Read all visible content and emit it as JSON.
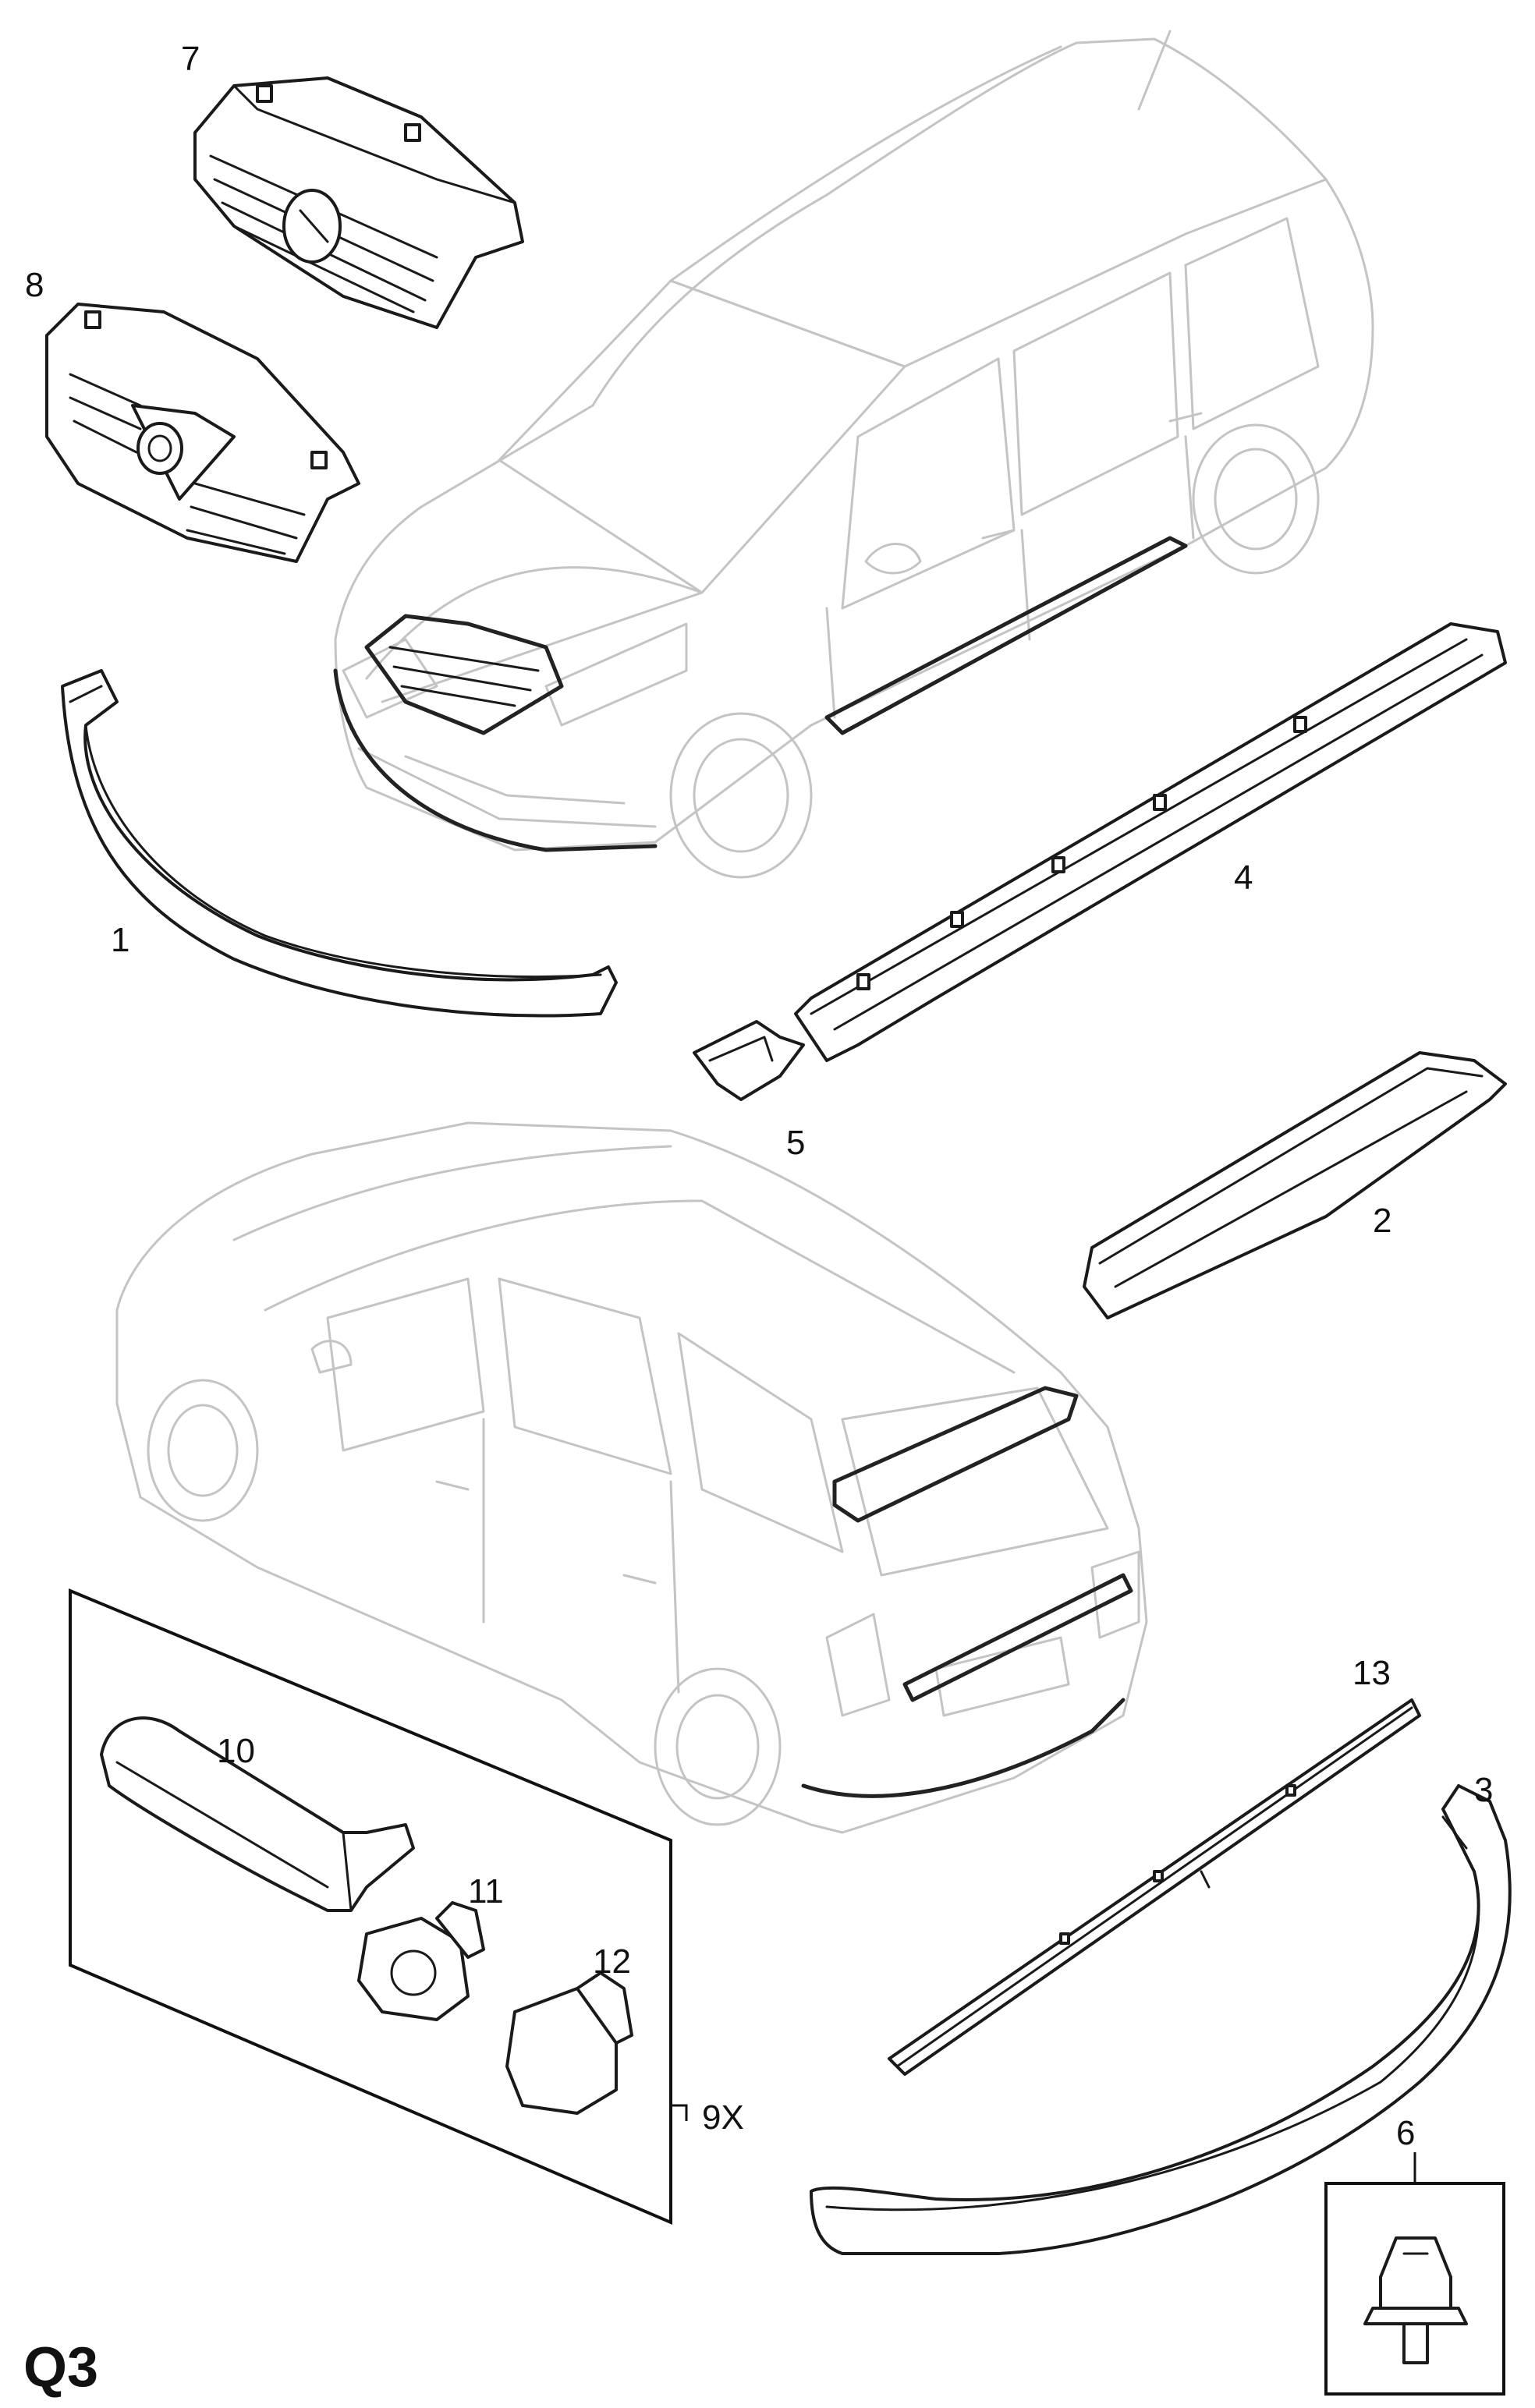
{
  "diagram": {
    "code": "Q3",
    "callouts": [
      {
        "id": "1",
        "label": "1"
      },
      {
        "id": "2",
        "label": "2"
      },
      {
        "id": "3",
        "label": "3"
      },
      {
        "id": "4",
        "label": "4"
      },
      {
        "id": "5",
        "label": "5"
      },
      {
        "id": "6",
        "label": "6"
      },
      {
        "id": "7",
        "label": "7"
      },
      {
        "id": "8",
        "label": "8"
      },
      {
        "id": "9X",
        "label": "9X"
      },
      {
        "id": "10",
        "label": "10"
      },
      {
        "id": "11",
        "label": "11"
      },
      {
        "id": "12",
        "label": "12"
      },
      {
        "id": "13",
        "label": "13"
      }
    ]
  }
}
